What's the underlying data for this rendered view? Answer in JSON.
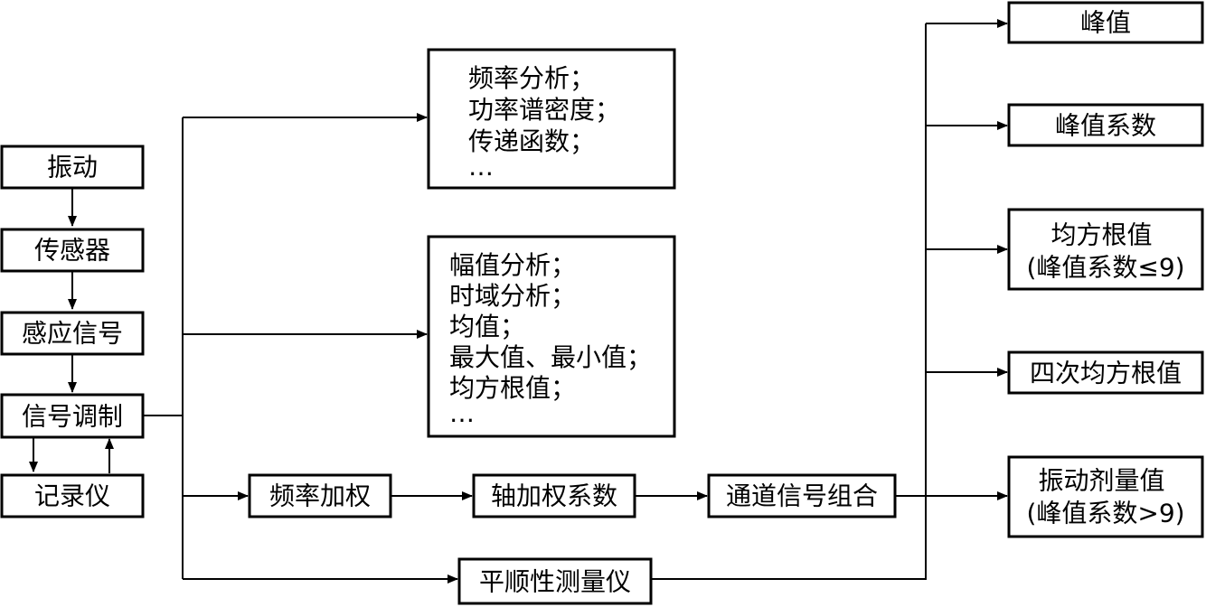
{
  "colors": {
    "line": "#000000",
    "box_fill": "#ffffff",
    "text": "#000000"
  },
  "nodes": {
    "vibration": "振动",
    "sensor": "传感器",
    "induced_signal": "感应信号",
    "signal_conditioning": "信号调制",
    "recorder": "记录仪",
    "frequency_analysis": [
      "频率分析；",
      "功率谱密度；",
      "传递函数；",
      "…"
    ],
    "amplitude_analysis": [
      "幅值分析；",
      "时域分析；",
      "均值；",
      "最大值、最小值；",
      "均方根值；",
      "…"
    ],
    "frequency_weighting": "频率加权",
    "axis_weighting_factor": "轴加权系数",
    "channel_signal_combination": "通道信号组合",
    "ride_comfort_meter": "平顺性测量仪",
    "peak": "峰值",
    "crest_factor": "峰值系数",
    "rms": [
      "均方根值",
      "(峰值系数≤9)"
    ],
    "rmq": "四次均方根值",
    "vdv": [
      "振动剂量值",
      "(峰值系数>9)"
    ]
  }
}
